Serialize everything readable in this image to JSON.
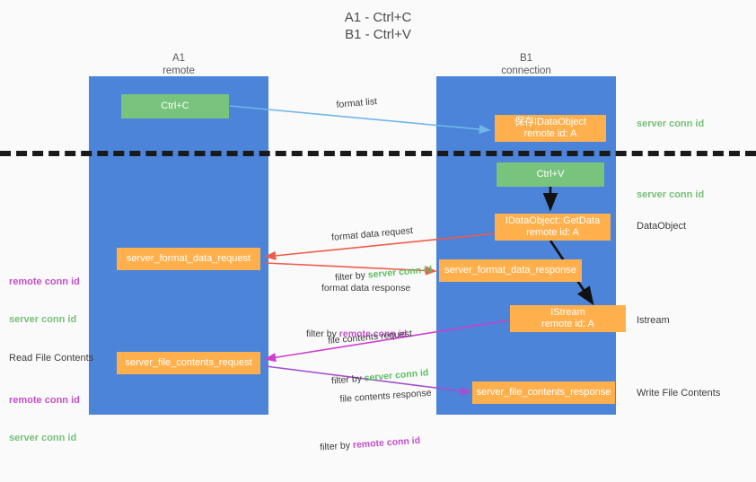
{
  "title": "A1 - Ctrl+C\nB1 - Ctrl+V",
  "lanes": [
    {
      "id": "a1",
      "name": "A1",
      "sub": "remote"
    },
    {
      "id": "b1",
      "name": "B1",
      "sub": "connection"
    }
  ],
  "nodes": {
    "ctrl_c": {
      "line1": "Ctrl+C",
      "line2": "",
      "color": "#79c47d"
    },
    "save_idataobject": {
      "line1": "保存IDataObject",
      "line2": "remote id: A",
      "color": "#ffb04d"
    },
    "ctrl_v": {
      "line1": "Ctrl+V",
      "line2": "",
      "color": "#79c47d"
    },
    "getdata": {
      "line1": "IDataObject::GetData",
      "line2": "remote id: A",
      "color": "#ffb04d"
    },
    "server_format_data_request": {
      "line1": "server_format_data_request",
      "line2": "",
      "color": "#ffb04d"
    },
    "server_format_data_response": {
      "line1": "server_format_data_response",
      "line2": "",
      "color": "#ffb04d"
    },
    "istream": {
      "line1": "IStream",
      "line2": "remote id: A",
      "color": "#ffb04d"
    },
    "server_file_contents_request": {
      "line1": "server_file_contents_request",
      "line2": "",
      "color": "#ffb04d"
    },
    "server_file_contents_response": {
      "line1": "server_file_contents_response",
      "line2": "",
      "color": "#ffb04d"
    }
  },
  "right_labels": {
    "server_conn_id_1": "server conn id",
    "server_conn_id_2": "server conn id",
    "dataobject": "DataObject",
    "istream": "Istream",
    "write_file_contents": "Write File Contents"
  },
  "left_labels": {
    "read_file_contents": "Read File Contents",
    "remote_conn_id_1": "remote conn id",
    "server_conn_id_1": "server conn id",
    "remote_conn_id_2": "remote conn id",
    "server_conn_id_2": "server conn id"
  },
  "edges": {
    "format_list": {
      "text": "format list"
    },
    "format_data_request": {
      "line1": "format data request",
      "filter_prefix": "filter by ",
      "filter_target": "server conn id",
      "filter_color": "#5bbf60"
    },
    "format_data_response": {
      "line1": "format data response",
      "filter_prefix": "filter by ",
      "filter_target": "remote conn id",
      "filter_color": "#c44fc9"
    },
    "file_contents_request": {
      "line1": "file contents request",
      "filter_prefix": "filter by ",
      "filter_target": "server conn id",
      "filter_color": "#5bbf60"
    },
    "file_contents_response": {
      "line1": "file contents response",
      "filter_prefix": "filter by ",
      "filter_target": "remote conn id",
      "filter_color": "#c44fc9"
    }
  },
  "colors": {
    "lane": "#4b84d8",
    "green_box": "#79c47d",
    "orange_box": "#ffb04d",
    "arrow_blue": "#6fb7e8",
    "arrow_red": "#ef5b4c",
    "arrow_magenta": "#cf3ecf",
    "arrow_purple": "#a34fcf",
    "arrow_black": "#111111",
    "separator": "#1a1a1a",
    "background": "#fafafa"
  }
}
